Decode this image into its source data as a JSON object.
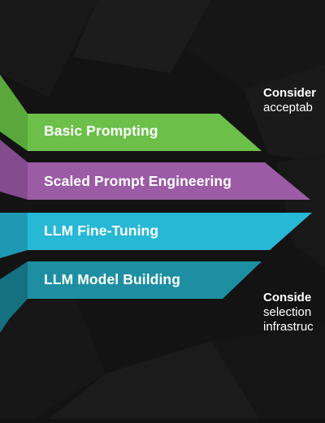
{
  "bands": [
    {
      "label": "Basic Prompting",
      "color": "#6cc04a"
    },
    {
      "label": "Scaled Prompt Engineering",
      "color": "#9b5ba5"
    },
    {
      "label": "LLM Fine-Tuning",
      "color": "#27b8d6"
    },
    {
      "label": "LLM Model Building",
      "color": "#1e8fa3"
    }
  ],
  "side_notes": {
    "top": {
      "heading": "Consider",
      "lines": [
        "acceptab"
      ]
    },
    "bottom": {
      "heading": "Conside",
      "lines": [
        "selection",
        "infrastruc"
      ]
    }
  },
  "colors": {
    "background": "#121212",
    "text": "#ffffff"
  }
}
